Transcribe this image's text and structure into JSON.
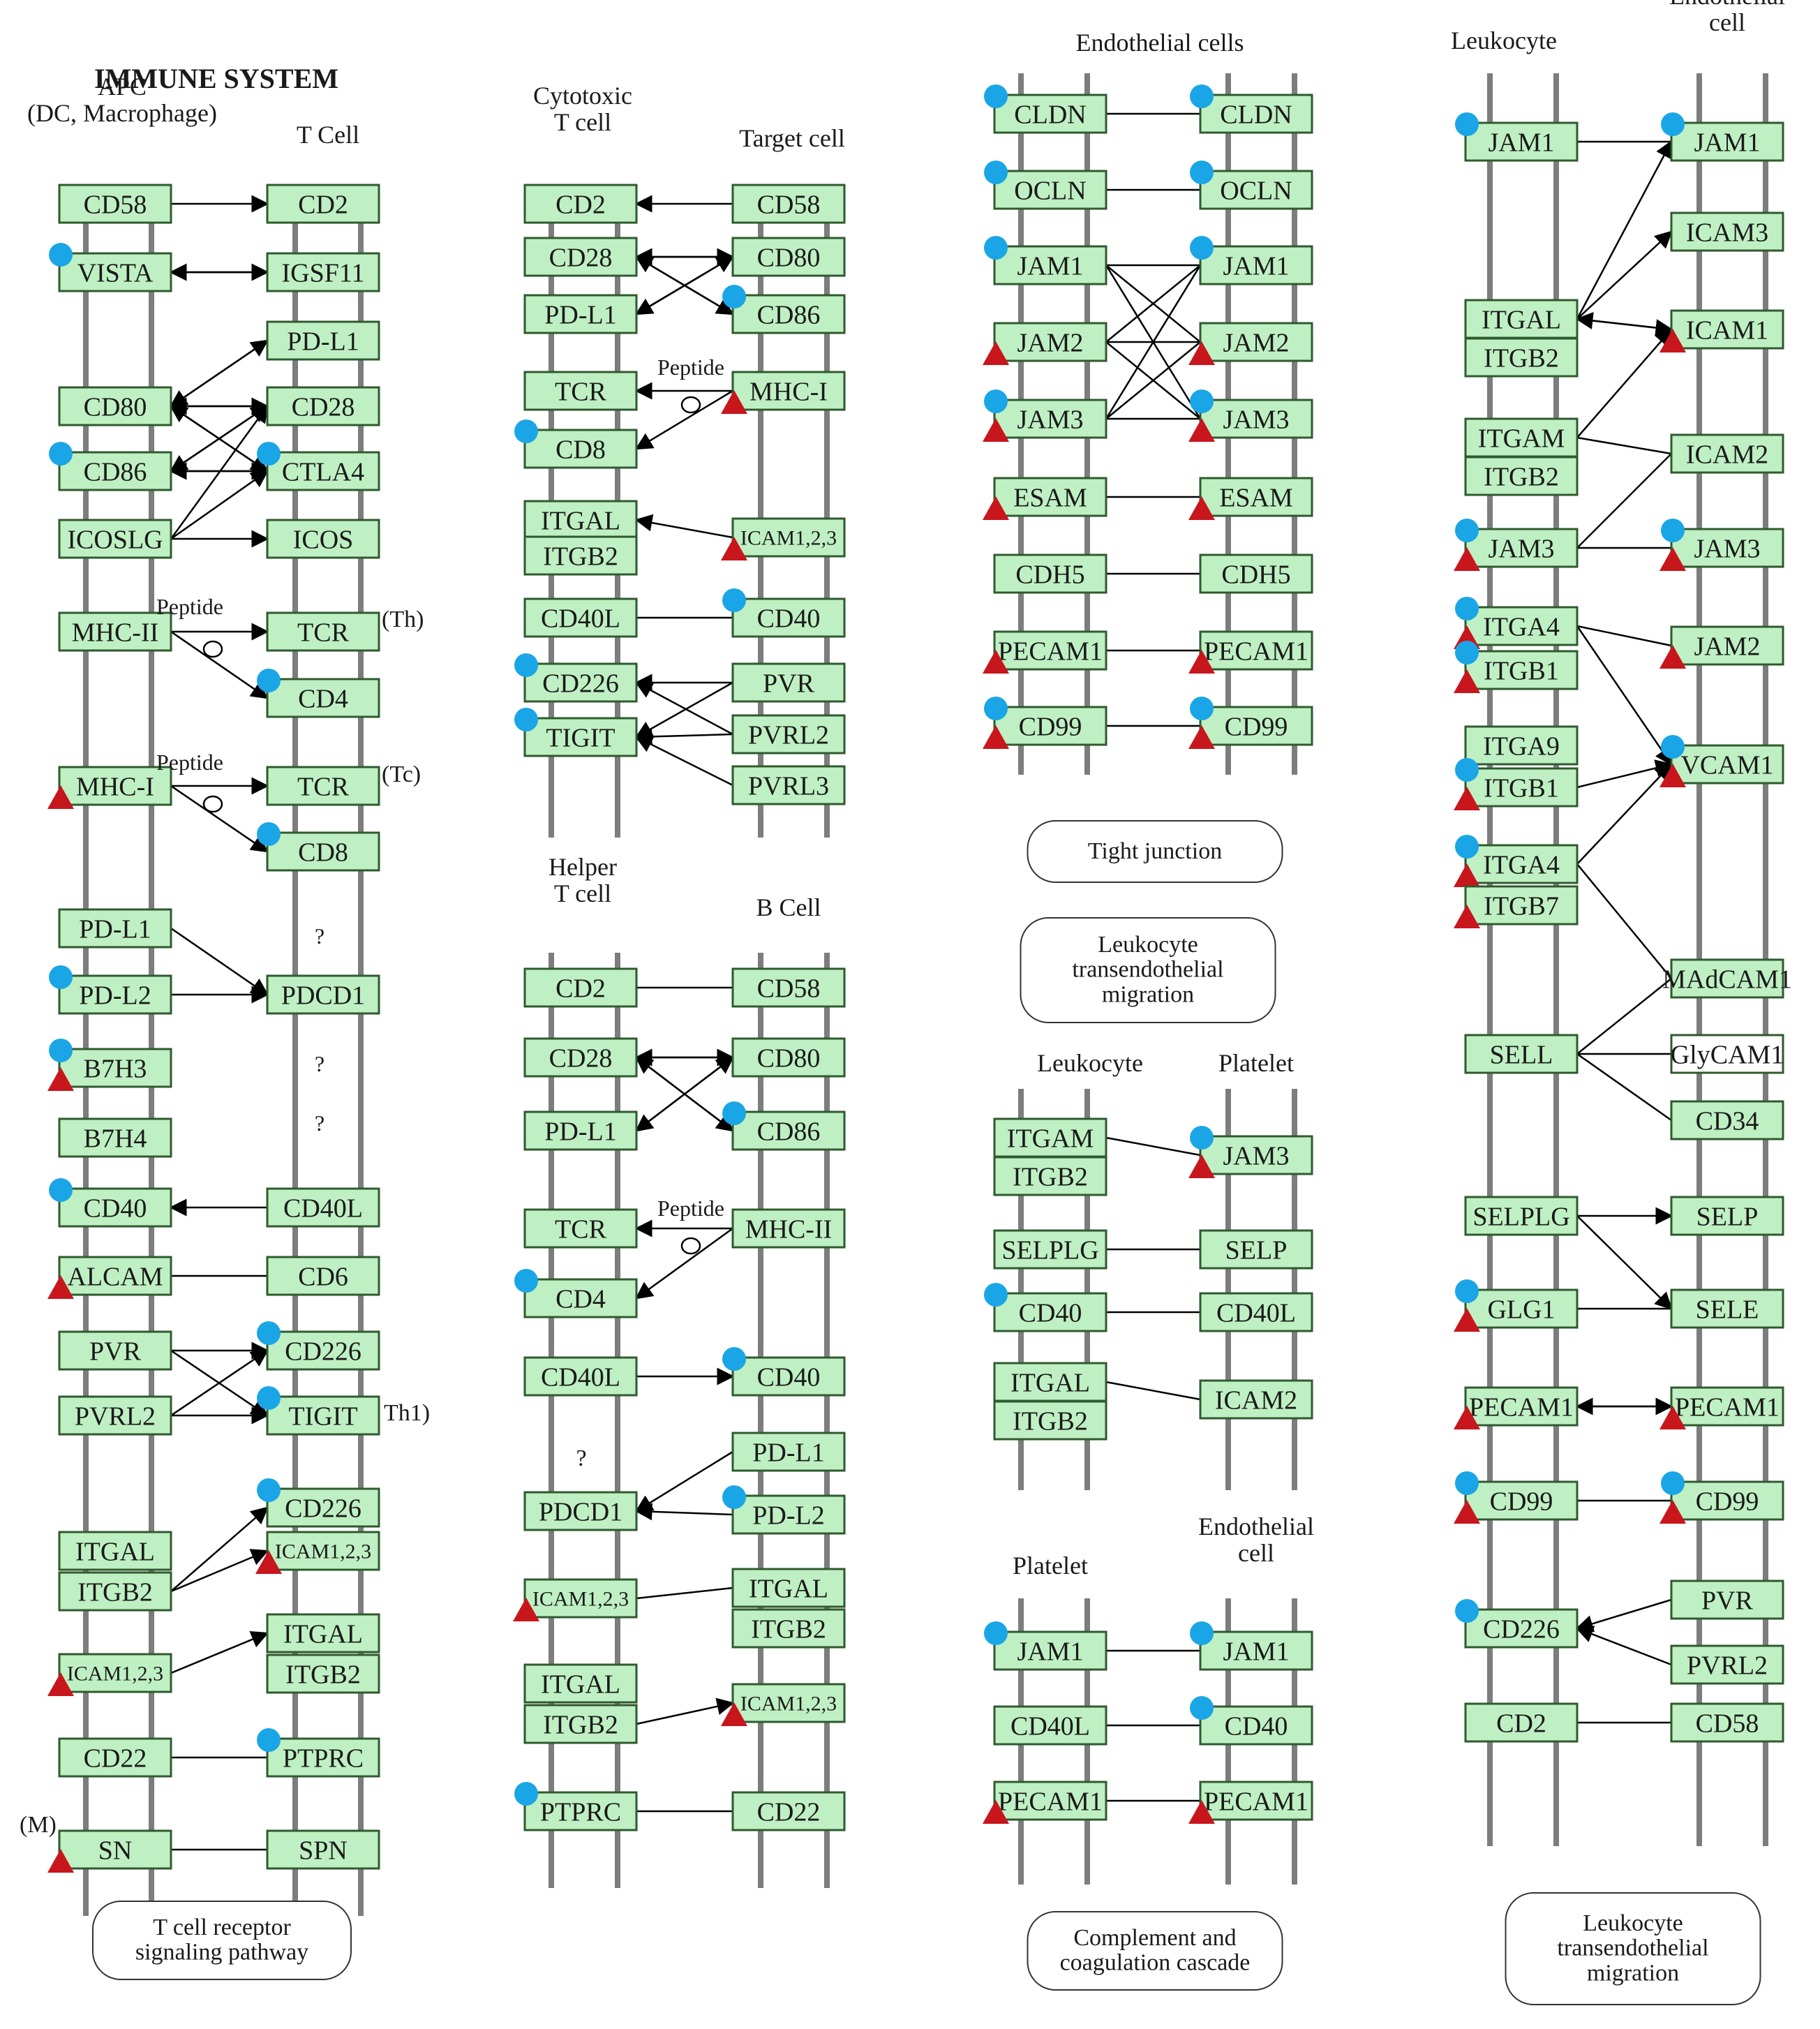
{
  "title": "IMMUNE SYSTEM",
  "colors": {
    "rail": "#7d7d7d",
    "node_fill": "#bff0c3",
    "node_border": "#2f5a2f",
    "node_white_fill": "#ffffff",
    "text": "#1a1a1a",
    "arrow": "#000000",
    "marker_blue": "#1aa6e6",
    "marker_red": "#c8161d"
  },
  "panels": [
    {
      "id": "p1",
      "headers": [
        {
          "text": "APC\n(DC, Macrophage)"
        },
        {
          "text": "T Cell"
        }
      ],
      "annotations": [
        {
          "text": "(Th)"
        },
        {
          "text": "(Tc)"
        },
        {
          "text": "Th1)"
        },
        {
          "text": "(M)"
        },
        {
          "text": "Peptide"
        },
        {
          "text": "Peptide"
        },
        {
          "text": "?"
        },
        {
          "text": "?"
        },
        {
          "text": "?"
        }
      ],
      "nodes": [
        {
          "id": "p1l0",
          "label": "CD58"
        },
        {
          "id": "p1l1",
          "label": "VISTA",
          "blue": true
        },
        {
          "id": "p1l2",
          "label": "CD80"
        },
        {
          "id": "p1l3",
          "label": "CD86",
          "blue": true
        },
        {
          "id": "p1l4",
          "label": "ICOSLG"
        },
        {
          "id": "p1l5",
          "label": "MHC-II"
        },
        {
          "id": "p1l6",
          "label": "MHC-I",
          "red": true
        },
        {
          "id": "p1l7",
          "label": "PD-L1"
        },
        {
          "id": "p1l8",
          "label": "PD-L2",
          "blue": true
        },
        {
          "id": "p1l9",
          "label": "B7H3",
          "blue": true,
          "red": true
        },
        {
          "id": "p1l10",
          "label": "B7H4"
        },
        {
          "id": "p1l11",
          "label": "CD40",
          "blue": true
        },
        {
          "id": "p1l12",
          "label": "ALCAM",
          "red": true
        },
        {
          "id": "p1l13",
          "label": "PVR"
        },
        {
          "id": "p1l14",
          "label": "PVRL2"
        },
        {
          "id": "p1l15",
          "label": "ITGAL"
        },
        {
          "id": "p1l16",
          "label": "ITGB2"
        },
        {
          "id": "p1l17",
          "label": "ICAM1,2,3",
          "red": true
        },
        {
          "id": "p1l18",
          "label": "CD22"
        },
        {
          "id": "p1l19",
          "label": "SN",
          "red": true
        },
        {
          "id": "p1r0",
          "label": "CD2"
        },
        {
          "id": "p1r1",
          "label": "IGSF11"
        },
        {
          "id": "p1r2",
          "label": "PD-L1"
        },
        {
          "id": "p1r3",
          "label": "CD28"
        },
        {
          "id": "p1r4",
          "label": "CTLA4",
          "blue": true
        },
        {
          "id": "p1r5",
          "label": "ICOS"
        },
        {
          "id": "p1r6",
          "label": "TCR"
        },
        {
          "id": "p1r7",
          "label": "CD4",
          "blue": true
        },
        {
          "id": "p1r8",
          "label": "TCR"
        },
        {
          "id": "p1r9",
          "label": "CD8",
          "blue": true
        },
        {
          "id": "p1r10",
          "label": "PDCD1"
        },
        {
          "id": "p1r11",
          "label": "CD40L"
        },
        {
          "id": "p1r12",
          "label": "CD6"
        },
        {
          "id": "p1r13",
          "label": "CD226",
          "blue": true
        },
        {
          "id": "p1r14",
          "label": "TIGIT",
          "blue": true
        },
        {
          "id": "p1r15",
          "label": "CD226",
          "blue": true
        },
        {
          "id": "p1r16",
          "label": "ICAM1,2,3",
          "red": true
        },
        {
          "id": "p1r17",
          "label": "ITGAL"
        },
        {
          "id": "p1r18",
          "label": "ITGB2"
        },
        {
          "id": "p1r19",
          "label": "PTPRC",
          "blue": true
        },
        {
          "id": "p1r20",
          "label": "SPN"
        }
      ],
      "footer": "T cell receptor\nsignaling pathway"
    },
    {
      "id": "p2",
      "headers": [
        {
          "text": "Cytotoxic\nT cell"
        },
        {
          "text": "Target cell"
        }
      ],
      "annotations": [
        {
          "text": "Peptide"
        }
      ],
      "nodes": [
        {
          "id": "p2l0",
          "label": "CD2"
        },
        {
          "id": "p2l1",
          "label": "CD28"
        },
        {
          "id": "p2l2",
          "label": "PD-L1"
        },
        {
          "id": "p2l3",
          "label": "TCR"
        },
        {
          "id": "p2l4",
          "label": "CD8",
          "blue": true
        },
        {
          "id": "p2l5",
          "label": "ITGAL"
        },
        {
          "id": "p2l6",
          "label": "ITGB2"
        },
        {
          "id": "p2l7",
          "label": "CD40L"
        },
        {
          "id": "p2l8",
          "label": "CD226",
          "blue": true
        },
        {
          "id": "p2l9",
          "label": "TIGIT",
          "blue": true
        },
        {
          "id": "p2r0",
          "label": "CD58"
        },
        {
          "id": "p2r1",
          "label": "CD80"
        },
        {
          "id": "p2r2",
          "label": "CD86",
          "blue": true
        },
        {
          "id": "p2r3",
          "label": "MHC-I",
          "red": true
        },
        {
          "id": "p2r4",
          "label": "ICAM1,2,3",
          "red": true
        },
        {
          "id": "p2r5",
          "label": "CD40",
          "blue": true
        },
        {
          "id": "p2r6",
          "label": "PVR"
        },
        {
          "id": "p2r7",
          "label": "PVRL2"
        },
        {
          "id": "p2r8",
          "label": "PVRL3"
        }
      ]
    },
    {
      "id": "p3",
      "headers": [
        {
          "text": "Helper\nT cell"
        },
        {
          "text": "B Cell"
        }
      ],
      "annotations": [
        {
          "text": "Peptide"
        },
        {
          "text": "?"
        }
      ],
      "nodes": [
        {
          "id": "p3l0",
          "label": "CD2"
        },
        {
          "id": "p3l1",
          "label": "CD28"
        },
        {
          "id": "p3l2",
          "label": "PD-L1"
        },
        {
          "id": "p3l3",
          "label": "TCR"
        },
        {
          "id": "p3l4",
          "label": "CD4",
          "blue": true
        },
        {
          "id": "p3l5",
          "label": "CD40L"
        },
        {
          "id": "p3l6",
          "label": "PDCD1"
        },
        {
          "id": "p3l7",
          "label": "ICAM1,2,3",
          "red": true
        },
        {
          "id": "p3l8",
          "label": "ITGAL"
        },
        {
          "id": "p3l9",
          "label": "ITGB2"
        },
        {
          "id": "p3l10",
          "label": "PTPRC",
          "blue": true
        },
        {
          "id": "p3r0",
          "label": "CD58"
        },
        {
          "id": "p3r1",
          "label": "CD80"
        },
        {
          "id": "p3r2",
          "label": "CD86",
          "blue": true
        },
        {
          "id": "p3r3",
          "label": "MHC-II"
        },
        {
          "id": "p3r4",
          "label": "CD40",
          "blue": true
        },
        {
          "id": "p3r5",
          "label": "PD-L1"
        },
        {
          "id": "p3r6",
          "label": "PD-L2",
          "blue": true
        },
        {
          "id": "p3r7",
          "label": "ITGAL"
        },
        {
          "id": "p3r8",
          "label": "ITGB2"
        },
        {
          "id": "p3r9",
          "label": "ICAM1,2,3",
          "red": true
        },
        {
          "id": "p3r10",
          "label": "CD22"
        }
      ]
    },
    {
      "id": "p4",
      "headers": [
        {
          "text": "Endothelial cells"
        }
      ],
      "nodes": [
        {
          "id": "p4l0",
          "label": "CLDN",
          "blue": true
        },
        {
          "id": "p4l1",
          "label": "OCLN",
          "blue": true
        },
        {
          "id": "p4l2",
          "label": "JAM1",
          "blue": true
        },
        {
          "id": "p4l3",
          "label": "JAM2",
          "red": true
        },
        {
          "id": "p4l4",
          "label": "JAM3",
          "blue": true,
          "red": true
        },
        {
          "id": "p4l5",
          "label": "ESAM",
          "red": true
        },
        {
          "id": "p4l6",
          "label": "CDH5"
        },
        {
          "id": "p4l7",
          "label": "PECAM1",
          "red": true
        },
        {
          "id": "p4l8",
          "label": "CD99",
          "blue": true,
          "red": true
        },
        {
          "id": "p4r0",
          "label": "CLDN",
          "blue": true
        },
        {
          "id": "p4r1",
          "label": "OCLN",
          "blue": true
        },
        {
          "id": "p4r2",
          "label": "JAM1",
          "blue": true
        },
        {
          "id": "p4r3",
          "label": "JAM2",
          "red": true
        },
        {
          "id": "p4r4",
          "label": "JAM3",
          "blue": true,
          "red": true
        },
        {
          "id": "p4r5",
          "label": "ESAM",
          "red": true
        },
        {
          "id": "p4r6",
          "label": "CDH5"
        },
        {
          "id": "p4r7",
          "label": "PECAM1",
          "red": true
        },
        {
          "id": "p4r8",
          "label": "CD99",
          "blue": true,
          "red": true
        }
      ],
      "footer": "Tight junction",
      "footer2": "Leukocyte\ntransendothelial\nmigration"
    },
    {
      "id": "p5",
      "headers": [
        {
          "text": "Leukocyte"
        },
        {
          "text": "Platelet"
        }
      ],
      "nodes": [
        {
          "id": "p5l0",
          "label": "ITGAM"
        },
        {
          "id": "p5l1",
          "label": "ITGB2"
        },
        {
          "id": "p5l2",
          "label": "SELPLG"
        },
        {
          "id": "p5l3",
          "label": "CD40",
          "blue": true
        },
        {
          "id": "p5l4",
          "label": "ITGAL"
        },
        {
          "id": "p5l5",
          "label": "ITGB2"
        },
        {
          "id": "p5r0",
          "label": "JAM3",
          "blue": true,
          "red": true
        },
        {
          "id": "p5r1",
          "label": "SELP"
        },
        {
          "id": "p5r2",
          "label": "CD40L"
        },
        {
          "id": "p5r3",
          "label": "ICAM2"
        }
      ]
    },
    {
      "id": "p6",
      "headers": [
        {
          "text": "Platelet"
        },
        {
          "text": "Endothelial\ncell"
        }
      ],
      "nodes": [
        {
          "id": "p6l0",
          "label": "JAM1",
          "blue": true
        },
        {
          "id": "p6l1",
          "label": "CD40L"
        },
        {
          "id": "p6l2",
          "label": "PECAM1",
          "red": true
        },
        {
          "id": "p6r0",
          "label": "JAM1",
          "blue": true
        },
        {
          "id": "p6r1",
          "label": "CD40",
          "blue": true
        },
        {
          "id": "p6r2",
          "label": "PECAM1",
          "red": true
        }
      ],
      "footer": "Complement and\ncoagulation cascade"
    },
    {
      "id": "p7",
      "headers": [
        {
          "text": "Leukocyte"
        },
        {
          "text": "Endothelial\ncell"
        }
      ],
      "nodes": [
        {
          "id": "p7l0",
          "label": "JAM1",
          "blue": true
        },
        {
          "id": "p7l1",
          "label": "ITGAL"
        },
        {
          "id": "p7l2",
          "label": "ITGB2"
        },
        {
          "id": "p7l3",
          "label": "ITGAM"
        },
        {
          "id": "p7l4",
          "label": "ITGB2"
        },
        {
          "id": "p7l5",
          "label": "JAM3",
          "blue": true,
          "red": true
        },
        {
          "id": "p7l6",
          "label": "ITGA4",
          "blue": true,
          "red": true
        },
        {
          "id": "p7l7",
          "label": "ITGB1",
          "blue": true,
          "red": true
        },
        {
          "id": "p7l8",
          "label": "ITGA9"
        },
        {
          "id": "p7l9",
          "label": "ITGB1",
          "blue": true,
          "red": true
        },
        {
          "id": "p7l10",
          "label": "ITGA4",
          "blue": true,
          "red": true
        },
        {
          "id": "p7l11",
          "label": "ITGB7",
          "red": true
        },
        {
          "id": "p7l12",
          "label": "SELL"
        },
        {
          "id": "p7l13",
          "label": "SELPLG"
        },
        {
          "id": "p7l14",
          "label": "GLG1",
          "blue": true,
          "red": true
        },
        {
          "id": "p7l15",
          "label": "PECAM1",
          "red": true
        },
        {
          "id": "p7l16",
          "label": "CD99",
          "blue": true,
          "red": true
        },
        {
          "id": "p7l17",
          "label": "CD226",
          "blue": true
        },
        {
          "id": "p7l18",
          "label": "CD2"
        },
        {
          "id": "p7r0",
          "label": "JAM1",
          "blue": true
        },
        {
          "id": "p7r1",
          "label": "ICAM3"
        },
        {
          "id": "p7r2",
          "label": "ICAM1",
          "red": true
        },
        {
          "id": "p7r3",
          "label": "ICAM2"
        },
        {
          "id": "p7r4",
          "label": "JAM3",
          "blue": true,
          "red": true
        },
        {
          "id": "p7r5",
          "label": "JAM2",
          "red": true
        },
        {
          "id": "p7r6",
          "label": "VCAM1",
          "blue": true,
          "red": true
        },
        {
          "id": "p7r7",
          "label": "MAdCAM1"
        },
        {
          "id": "p7r8",
          "label": "GlyCAM1",
          "white": true
        },
        {
          "id": "p7r9",
          "label": "CD34"
        },
        {
          "id": "p7r10",
          "label": "SELP"
        },
        {
          "id": "p7r11",
          "label": "SELE"
        },
        {
          "id": "p7r12",
          "label": "PECAM1",
          "red": true
        },
        {
          "id": "p7r13",
          "label": "CD99",
          "blue": true,
          "red": true
        },
        {
          "id": "p7r14",
          "label": "PVR"
        },
        {
          "id": "p7r15",
          "label": "PVRL2"
        },
        {
          "id": "p7r16",
          "label": "CD58"
        }
      ],
      "footer": "Leukocyte\ntransendothelial\nmigration"
    }
  ]
}
